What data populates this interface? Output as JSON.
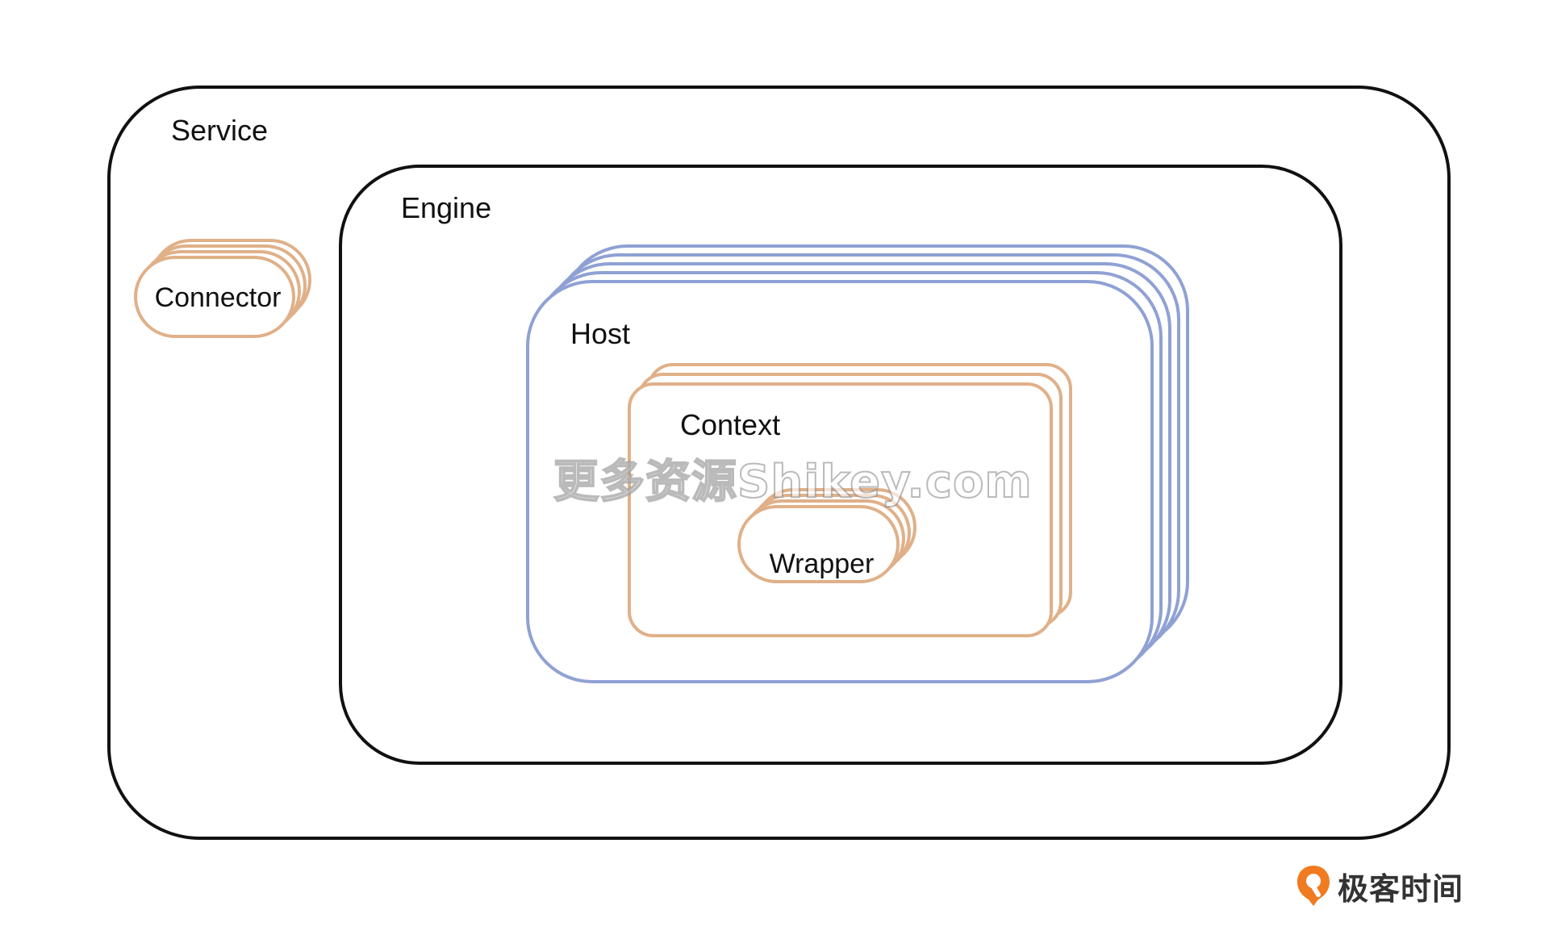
{
  "diagram": {
    "service_label": "Service",
    "engine_label": "Engine",
    "connector_label": "Connector",
    "host_label": "Host",
    "context_label": "Context",
    "wrapper_label": "Wrapper"
  },
  "watermark_text": "更多资源Shikey.com",
  "brand": {
    "name": "极客时间",
    "icon": "geektime-logo-icon"
  },
  "colors": {
    "outline": "#111111",
    "host_blue": "#8fa1d4",
    "component_orange": "#e0b088",
    "brand_orange": "#f07b21"
  }
}
